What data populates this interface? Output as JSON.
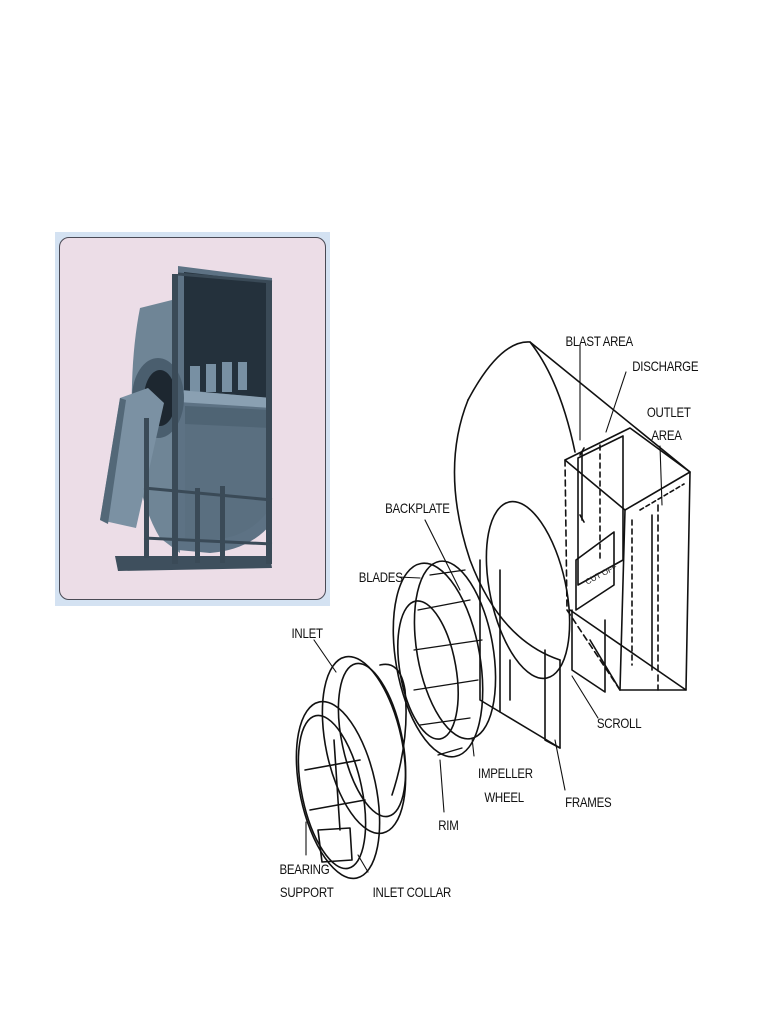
{
  "labels": {
    "blast_area": "BLAST AREA",
    "discharge": "DISCHARGE",
    "outlet_area_line1": "OUTLET",
    "outlet_area_line2": "AREA",
    "backplate": "BACKPLATE",
    "blades": "BLADES",
    "inlet": "INLET",
    "cut_off": "CUT OFF",
    "scroll": "SCROLL",
    "impeller_wheel_line1": "IMPELLER",
    "impeller_wheel_line2": "WHEEL",
    "frames": "FRAMES",
    "rim": "RIM",
    "bearing_support_line1": "BEARING",
    "bearing_support_line2": "SUPPORT",
    "inlet_collar": "INLET COLLAR"
  },
  "colors": {
    "photo_frame": "#d4e2f2",
    "photo_background": "#ecdde7",
    "fan_body": "#5d7284",
    "fan_dark": "#2f3d49",
    "line": "#111111"
  }
}
